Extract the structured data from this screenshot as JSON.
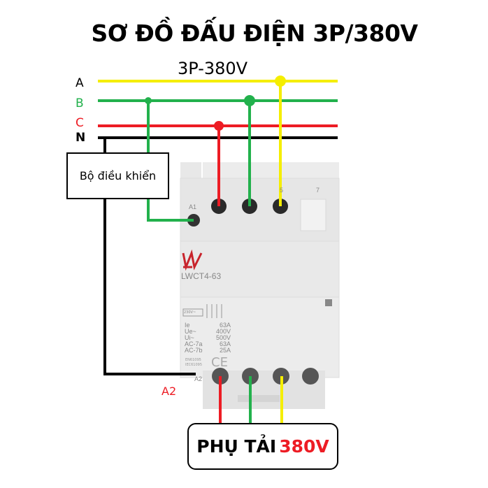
{
  "title": "SƠ ĐỒ ĐẤU ĐIỆN 3P/380V",
  "subtitle": "3P-380V",
  "lines": {
    "a": "A",
    "b": "B",
    "c": "C",
    "n": "N"
  },
  "colors": {
    "a": "#f5ee00",
    "b": "#22b14c",
    "c": "#ed1c24",
    "n": "#000000"
  },
  "controller": "Bộ điều khiển",
  "contactor": {
    "model": "LWCT4-63",
    "terminal_a1": "A1",
    "terminal_5": "5",
    "terminal_7": "7",
    "terminal_a2": "A2",
    "coil": "230V~",
    "specs": [
      [
        "Ie",
        "63A"
      ],
      [
        "Ue~",
        "400V"
      ],
      [
        "Ui~",
        "500V"
      ],
      [
        "AC-7a",
        "63A"
      ],
      [
        "AC-7b",
        "25A"
      ]
    ],
    "standards": [
      "EN61095",
      "IEC61095"
    ],
    "ce": "CE"
  },
  "a2_label": "A2",
  "load": {
    "label": "PHỤ TẢI",
    "voltage": "380V"
  }
}
